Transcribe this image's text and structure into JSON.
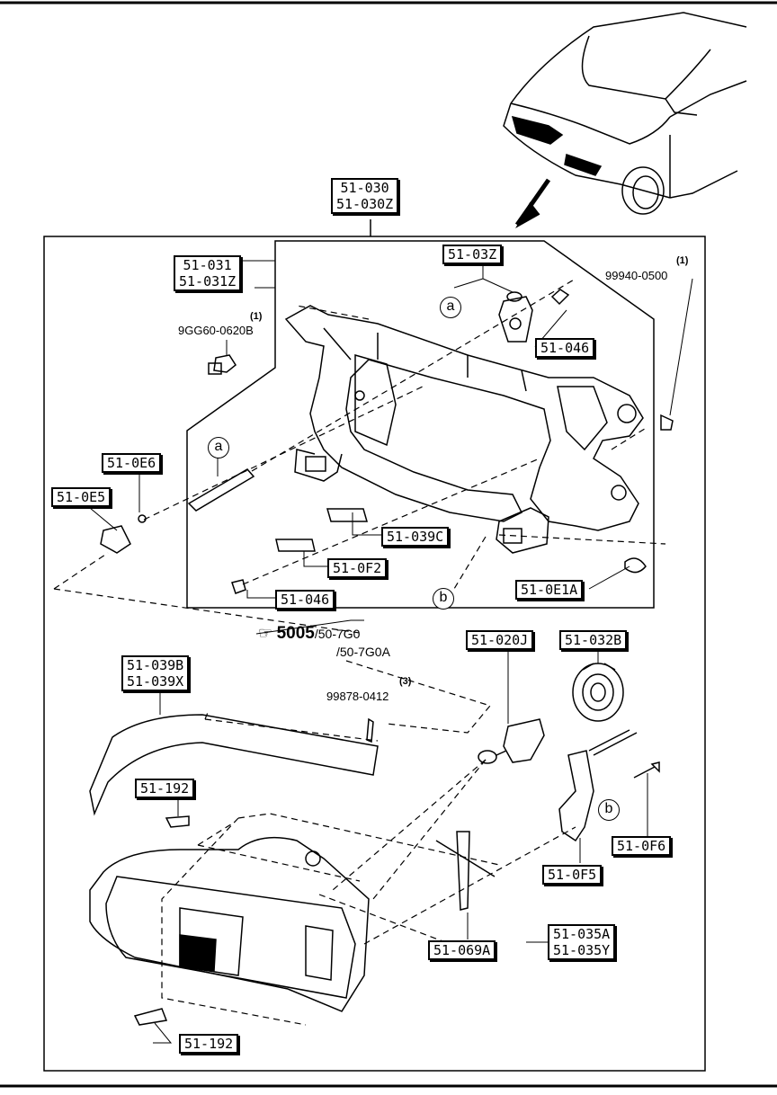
{
  "labels": {
    "assy_top": [
      "51-030",
      "51-030Z"
    ],
    "frame": [
      "51-031",
      "51-031Z"
    ],
    "adjuster": "51-03Z",
    "screw_top": "51-046",
    "bracket_e6": "51-0E6",
    "bracket_e5": "51-0E5",
    "plate_039c": "51-039C",
    "plate_0f2": "51-0F2",
    "screw_bottom": "51-046",
    "grommet": "51-0E1A",
    "bulb": "51-020J",
    "socket": "51-032B",
    "molding": [
      "51-039B",
      "51-039X"
    ],
    "clip_top": "51-192",
    "clip_bottom": "51-192",
    "screw_0f6": "51-0F6",
    "bracket_0f5": "51-0F5",
    "lamp_unit": [
      "51-035A",
      "51-035Y"
    ],
    "wire_069a": "51-069A"
  },
  "parts": {
    "nut_part": "99940-0500",
    "nut_qty": "(1)",
    "bolt_part": "9GG60-0620B",
    "bolt_qty": "(1)",
    "screw_part": "99878-0412",
    "screw_qty": "(3)"
  },
  "callouts": {
    "a": "a",
    "b": "b"
  },
  "reference": {
    "number": "5005",
    "pages": [
      "/50-7G0",
      "/50-7G0A"
    ]
  }
}
